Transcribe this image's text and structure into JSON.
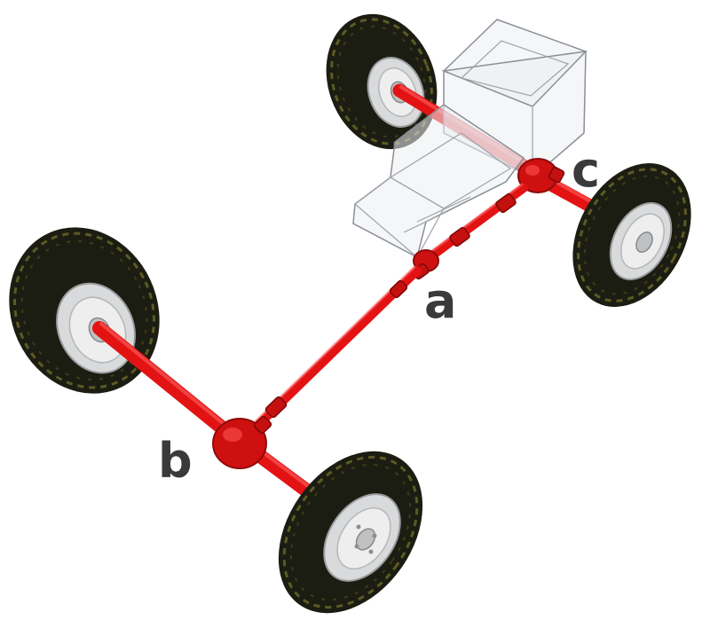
{
  "labels": {
    "a": "a",
    "b": "b",
    "c": "c"
  },
  "colors": {
    "driveline": "#e31313",
    "tire": "#1c1d12",
    "tread": "#5c5a24",
    "rim": "#d9dadb",
    "engine_outline": "#8b8f95",
    "label_text": "#3a3a3a"
  }
}
